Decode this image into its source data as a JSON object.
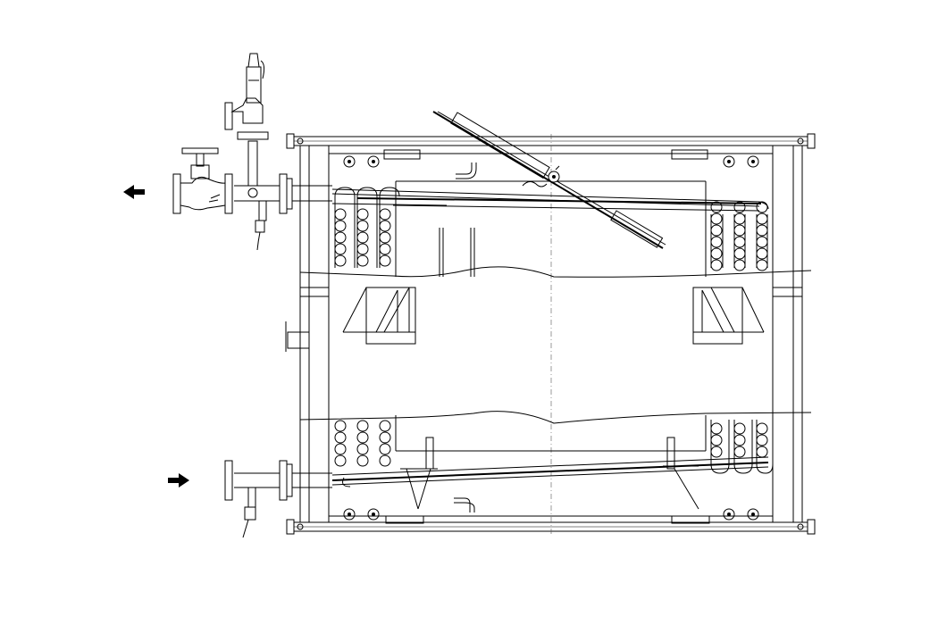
{
  "drawing": {
    "colors": {
      "line": "#000000",
      "background": "#ffffff",
      "centerline": "#555555"
    },
    "flow_arrows": [
      {
        "id": "outlet",
        "direction": "left"
      },
      {
        "id": "inlet",
        "direction": "right"
      }
    ]
  }
}
